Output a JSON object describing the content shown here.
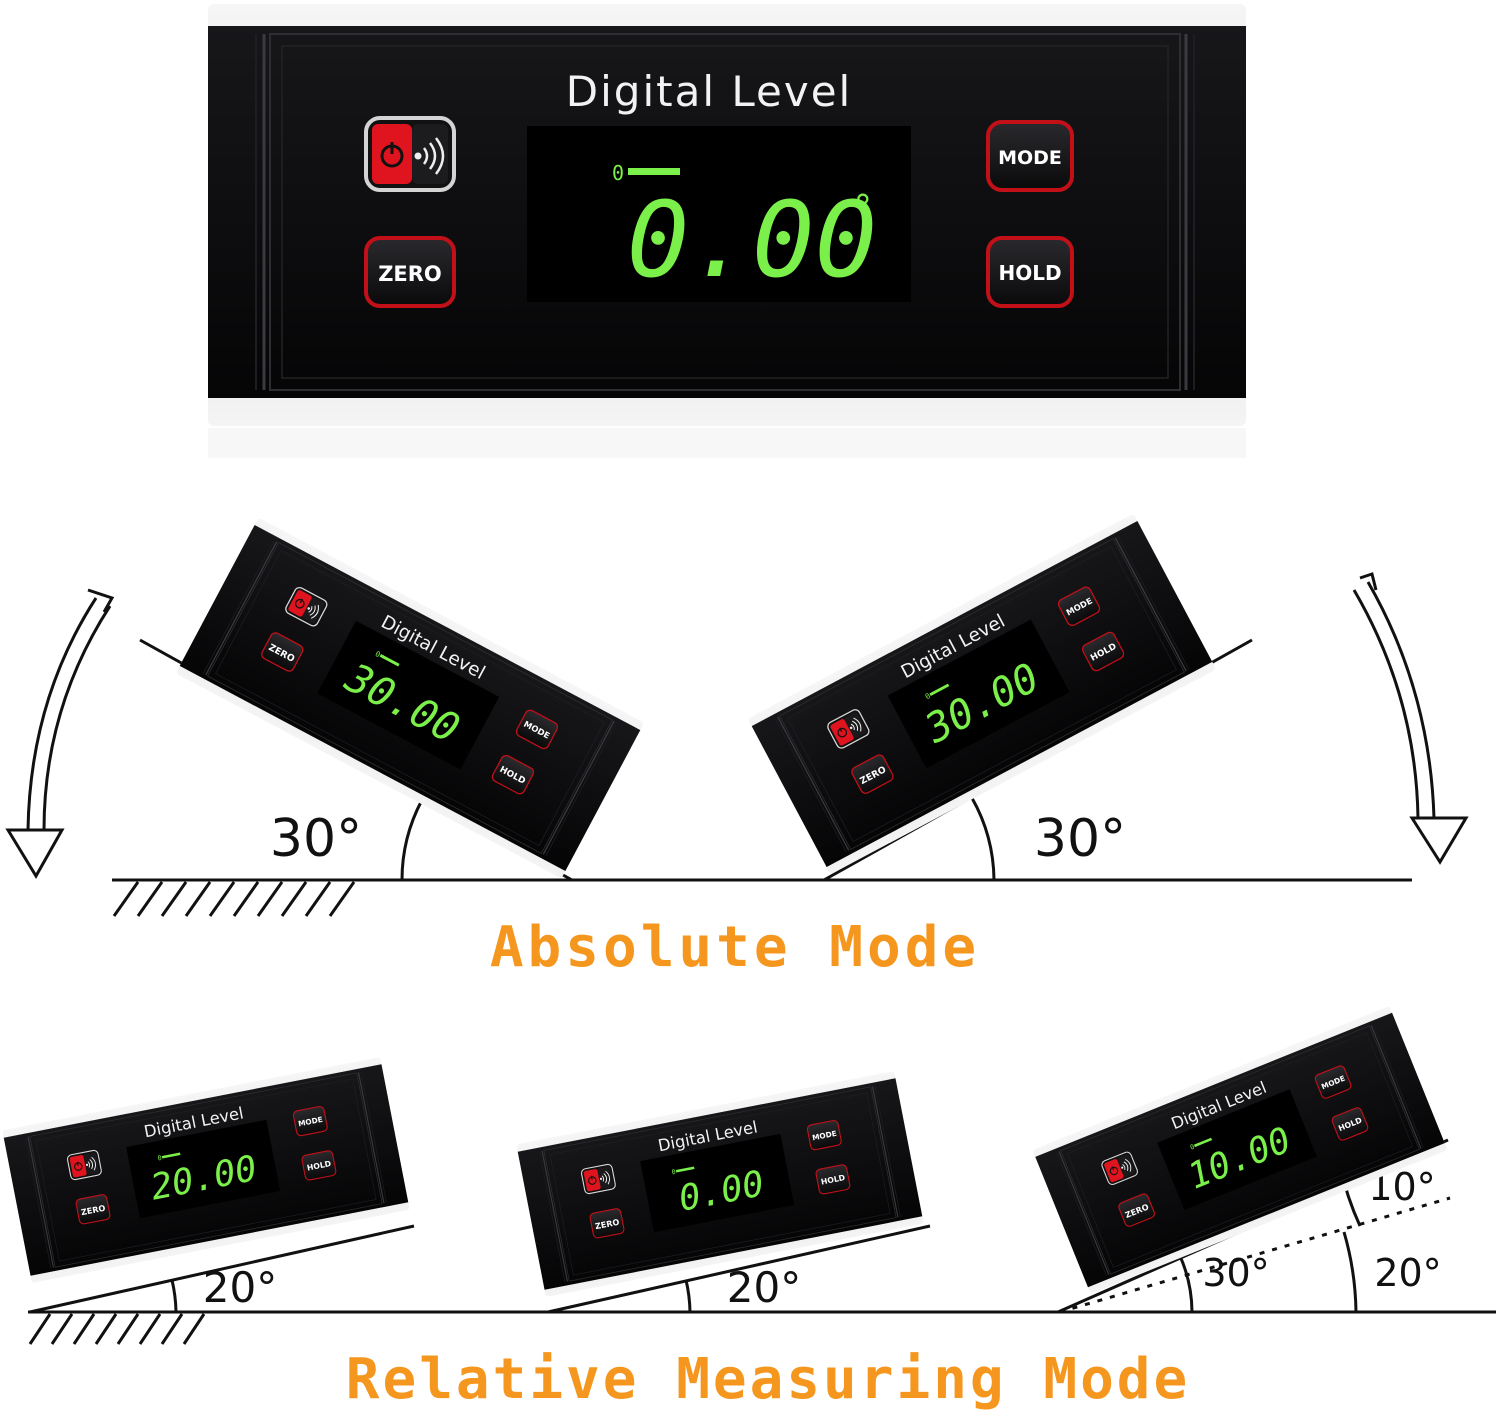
{
  "device": {
    "title": "Digital Level",
    "reading": "0.00",
    "degree_symbol": "°",
    "indicator": "0",
    "buttons": {
      "power": "",
      "mode": "MODE",
      "zero": "ZERO",
      "hold": "HOLD"
    }
  },
  "absolute": {
    "left": {
      "reading": "30.00",
      "angle_label": "30°"
    },
    "right": {
      "reading": "30.00",
      "angle_label": "30°"
    },
    "caption": "Absolute Mode"
  },
  "relative": {
    "one": {
      "reading": "20.00",
      "angle_label": "20°"
    },
    "two": {
      "reading": "0.00",
      "angle_label": "20°"
    },
    "three": {
      "reading": "10.00",
      "angle_top": "10°",
      "angle_bottom_left": "30°",
      "angle_bottom_right": "20°"
    },
    "caption": "Relative Measuring Mode"
  },
  "colors": {
    "lcd_green": "#7cf04a",
    "caption_orange": "#f5961e",
    "button_red": "#e0141e",
    "device_black": "#0c0c0e",
    "casing_silver": "#e7e7e7"
  }
}
